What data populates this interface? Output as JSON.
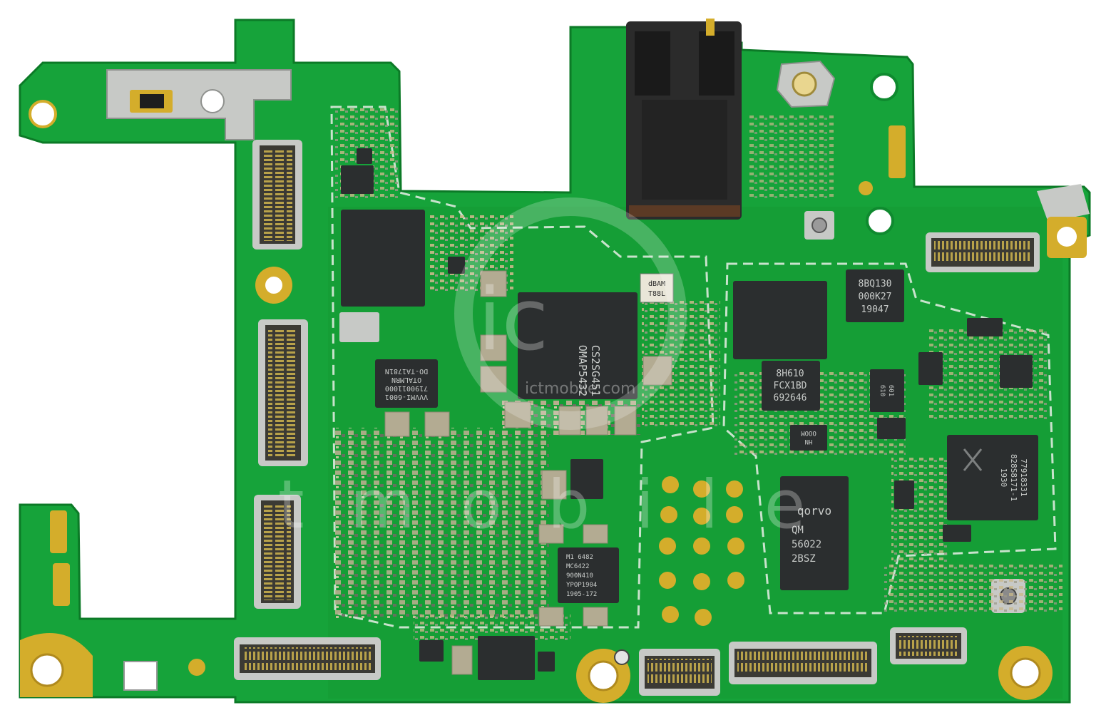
{
  "colors": {
    "pcb": "#16a33a",
    "pcb_dark": "#0f8a2f",
    "pcb_edge": "#0c7a27",
    "gold": "#d4ad2b",
    "chip": "#2b2e2f",
    "metal": "#c7c9c6",
    "connector": "#3b3a34"
  },
  "chips": {
    "soc": {
      "line1": "OMAP5432",
      "line2": "CS2SG451"
    },
    "soc_small": {
      "line1": "dBAM",
      "line2": "T88L"
    },
    "mem_left": {
      "line1": "VVVMI-6001",
      "line2": "7190011000",
      "line3": "OTALMRN",
      "line4": "DO-TA1781N"
    },
    "chip_8bq": {
      "line1": "8BQ130",
      "line2": "000K27",
      "line3": "19047"
    },
    "chip_8h610": {
      "line1": "8H610",
      "line2": "FCX1BD",
      "line3": "692646"
    },
    "qorvo": {
      "brand": "qorvo",
      "line1": "QM",
      "line2": "56022",
      "line3": "2BSZ"
    },
    "pmic": {
      "line1": "M1 6482",
      "line2": "MC6422",
      "line3": "900N410",
      "line4": "YPOP1904",
      "line5": "1905-172"
    },
    "rf_right": {
      "line1": "77918331",
      "line2": "828S8171-1",
      "line3": "1930"
    },
    "small_nh": {
      "line1": "HN",
      "line2": "OOOM"
    },
    "small_601": {
      "line1": "601",
      "line2": "610"
    }
  },
  "watermark": {
    "center": "ictmobile.com",
    "bottom": "ictmobile",
    "logo": "ic"
  }
}
